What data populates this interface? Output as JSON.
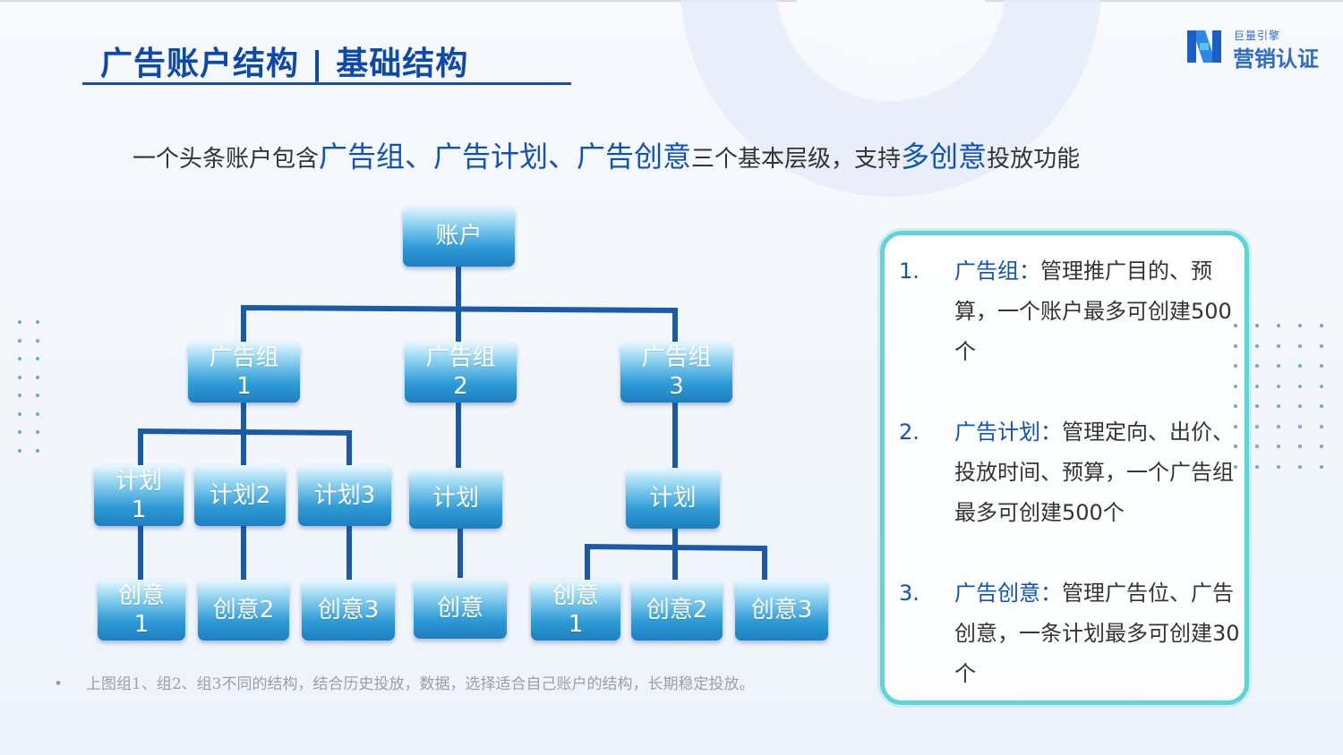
{
  "header": {
    "title": "广告账户结构 | 基础结构",
    "logo_small": "巨量引擎",
    "logo_big": "营销认证"
  },
  "subtitle": {
    "p1": "一个头条账户包含",
    "h1": "广告组、广告计划、广告创意",
    "p2": "三个基本层级，支持",
    "h2": "多创意",
    "p3": "投放功能"
  },
  "diagram": {
    "account": "账户",
    "groups": [
      "广告组\n1",
      "广告组\n2",
      "广告组\n3"
    ],
    "plans": [
      "计划\n1",
      "计划2",
      "计划3",
      "计划",
      "计划"
    ],
    "creatives": [
      "创意\n1",
      "创意2",
      "创意3",
      "创意",
      "创意\n1",
      "创意2",
      "创意3"
    ]
  },
  "note": {
    "bullet": "•",
    "text": "上图组1、组2、组3不同的结构，结合历史投放，数据，选择适合自己账户的结构，长期稳定投放。"
  },
  "panel": {
    "items": [
      {
        "num": "1.",
        "term": "广告组",
        "sep": "：",
        "desc": "管理推广目的、预算，一个账户最多可创建500个"
      },
      {
        "num": "2.",
        "term": "广告计划",
        "sep": "：",
        "desc": "管理定向、出价、投放时间、预算，一个广告组最多可创建500个"
      },
      {
        "num": "3.",
        "term": "广告创意",
        "sep": "：",
        "desc": "管理广告位、广告创意，一条计划最多可创建30个"
      }
    ]
  },
  "colors": {
    "accent": "#1052b8",
    "connector": "#1a5aa8",
    "panel_border": "#5fd3d6"
  }
}
